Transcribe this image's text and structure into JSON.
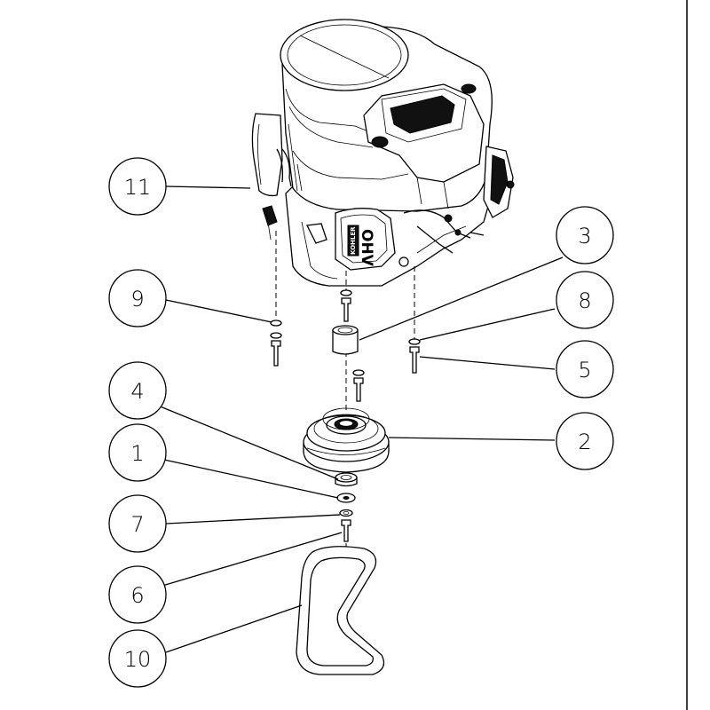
{
  "callouts": [
    {
      "id": "c1",
      "label": "1"
    },
    {
      "id": "c2",
      "label": "2"
    },
    {
      "id": "c3",
      "label": "3"
    },
    {
      "id": "c4",
      "label": "4"
    },
    {
      "id": "c5",
      "label": "5"
    },
    {
      "id": "c6",
      "label": "6"
    },
    {
      "id": "c7",
      "label": "7"
    },
    {
      "id": "c8",
      "label": "8"
    },
    {
      "id": "c9",
      "label": "9"
    },
    {
      "id": "c10",
      "label": "10"
    },
    {
      "id": "c11",
      "label": "11"
    }
  ],
  "engine_logo": {
    "brand": "KOHLER",
    "model": "OHV"
  }
}
